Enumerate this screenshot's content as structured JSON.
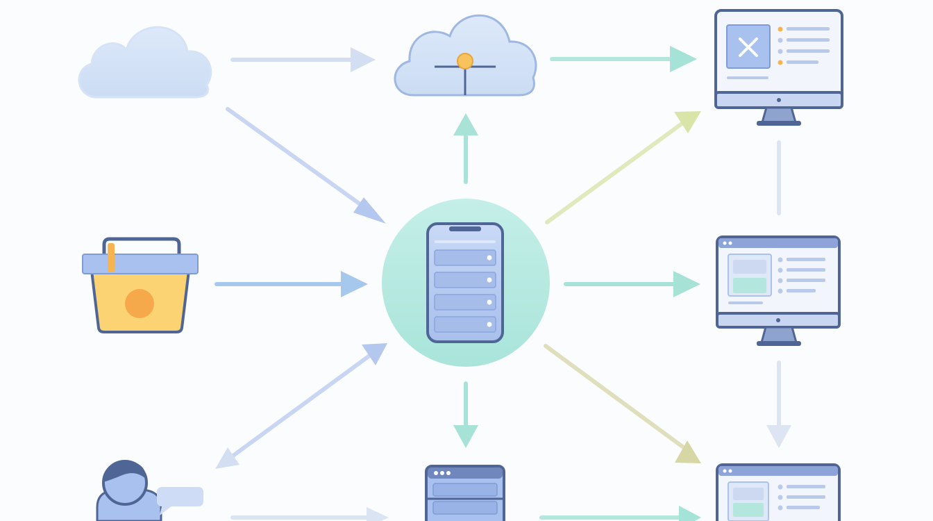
{
  "diagram": {
    "nodes": [
      {
        "id": "cloud",
        "icon": "cloud-icon",
        "label": ""
      },
      {
        "id": "cloud-hub",
        "icon": "cloud-network-icon",
        "label": ""
      },
      {
        "id": "monitor-top",
        "icon": "monitor-icon",
        "label": ""
      },
      {
        "id": "basket",
        "icon": "shopping-basket-icon",
        "label": ""
      },
      {
        "id": "phone-hub",
        "icon": "smartphone-server-icon",
        "label": ""
      },
      {
        "id": "monitor-mid",
        "icon": "monitor-icon",
        "label": ""
      },
      {
        "id": "user",
        "icon": "user-chat-icon",
        "label": ""
      },
      {
        "id": "server",
        "icon": "server-icon",
        "label": ""
      },
      {
        "id": "monitor-bottom",
        "icon": "monitor-icon",
        "label": ""
      }
    ],
    "edges": [
      {
        "from": "cloud",
        "to": "cloud-hub",
        "direction": "forward"
      },
      {
        "from": "cloud",
        "to": "phone-hub",
        "direction": "forward"
      },
      {
        "from": "basket",
        "to": "phone-hub",
        "direction": "forward"
      },
      {
        "from": "user",
        "to": "phone-hub",
        "direction": "both"
      },
      {
        "from": "user",
        "to": "server",
        "direction": "forward"
      },
      {
        "from": "phone-hub",
        "to": "cloud-hub",
        "direction": "forward"
      },
      {
        "from": "phone-hub",
        "to": "server",
        "direction": "forward"
      },
      {
        "from": "phone-hub",
        "to": "monitor-top",
        "direction": "forward"
      },
      {
        "from": "phone-hub",
        "to": "monitor-mid",
        "direction": "forward"
      },
      {
        "from": "phone-hub",
        "to": "monitor-bottom",
        "direction": "forward"
      },
      {
        "from": "cloud-hub",
        "to": "monitor-top",
        "direction": "forward"
      },
      {
        "from": "monitor-top",
        "to": "monitor-mid",
        "direction": "none"
      },
      {
        "from": "monitor-mid",
        "to": "monitor-bottom",
        "direction": "forward"
      },
      {
        "from": "server",
        "to": "monitor-bottom",
        "direction": "forward"
      }
    ]
  },
  "colors": {
    "outline": "#4f6596",
    "blue_fill": "#a9c1ee",
    "light_blue": "#cfdcf6",
    "cloud_fill": "#d7e5f7",
    "teal": "#9fdfd6",
    "hub_circle": "#b6ebe3",
    "lime": "#d8e4a3",
    "olive": "#d7d7a6",
    "orange": "#f6a94a",
    "yellow": "#fbd373",
    "screen_bg": "#eaf1fb"
  }
}
